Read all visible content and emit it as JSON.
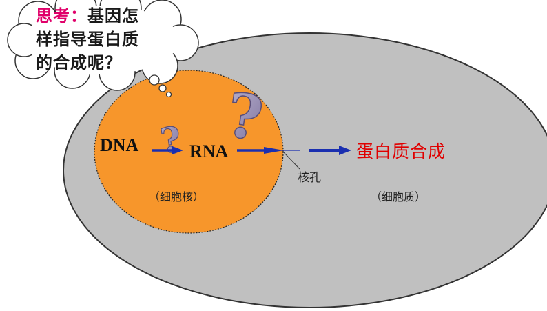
{
  "thought": {
    "highlight": "思考：",
    "line1_rest": "基因怎",
    "line2": "样指导蛋白质",
    "line3": "的合成呢？"
  },
  "labels": {
    "dna": "DNA",
    "rna": "RNA",
    "protein_synthesis": "蛋白质合成",
    "nuclear_pore": "核孔",
    "nucleus": "（细胞核）",
    "cytoplasm": "（细胞质）"
  },
  "question_mark": "?",
  "colors": {
    "cell": "#c0c0c0",
    "nucleus": "#f7962b",
    "arrow": "#1a2fb0",
    "protein_text": "#e00000",
    "highlight_text": "#e0006a",
    "question_mark": "#9b8fb6"
  }
}
